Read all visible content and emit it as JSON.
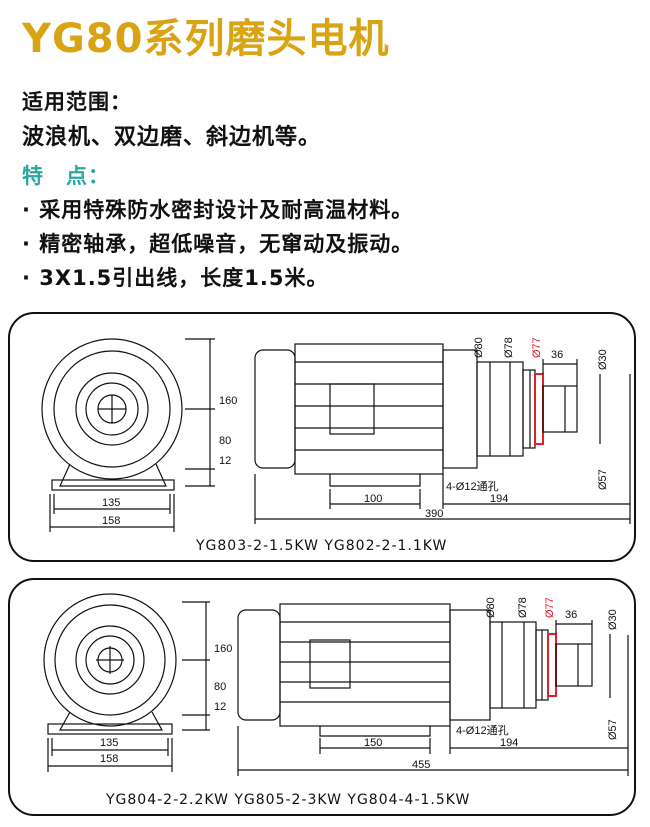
{
  "title": "YG80系列磨头电机",
  "application": {
    "heading": "适用范围：",
    "text": "波浪机、双边磨、斜边机等。"
  },
  "features": {
    "heading": "特　点：",
    "items": [
      "· 采用特殊防水密封设计及耐高温材料。",
      "· 精密轴承，超低噪音，无窜动及振动。",
      "· 3X1.5引出线，长度1.5米。"
    ]
  },
  "colors": {
    "title": "#d9a413",
    "feature_heading": "#2aa7a0",
    "highlight": "#e0212b"
  },
  "drawing1": {
    "dims": {
      "h160": "160",
      "h80": "80",
      "h12": "12",
      "w135": "135",
      "w158": "158",
      "d80": "Ø80",
      "d78": "Ø78",
      "d77": "Ø77",
      "l36": "36",
      "d30": "Ø30",
      "d57": "Ø57",
      "holes": "4-Ø12通孔",
      "l100": "100",
      "l194": "194",
      "l390": "390"
    },
    "caption": "YG803-2-1.5KW   YG802-2-1.1KW"
  },
  "drawing2": {
    "dims": {
      "h160": "160",
      "h80": "80",
      "h12": "12",
      "w135": "135",
      "w158": "158",
      "d80": "Ø80",
      "d78": "Ø78",
      "d77": "Ø77",
      "l36": "36",
      "d30": "Ø30",
      "d57": "Ø57",
      "holes": "4-Ø12通孔",
      "l150": "150",
      "l194": "194",
      "l455": "455"
    },
    "caption": "YG804-2-2.2KW  YG805-2-3KW  YG804-4-1.5KW"
  }
}
